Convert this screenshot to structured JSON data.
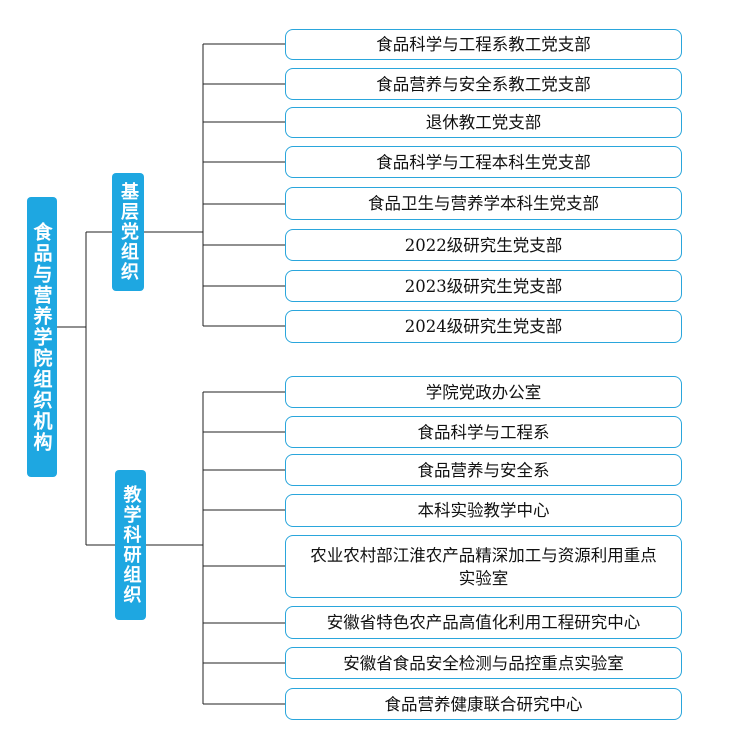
{
  "root": {
    "label": "食品与营养学院组织机构"
  },
  "categories": [
    {
      "label": "基层党组织",
      "items": [
        "食品科学与工程系教工党支部",
        "食品营养与安全系教工党支部",
        "退休教工党支部",
        "食品科学与工程本科生党支部",
        "食品卫生与营养学本科生党支部",
        "2022级研究生党支部",
        "2023级研究生党支部",
        "2024级研究生党支部"
      ]
    },
    {
      "label": "教学科研组织",
      "items": [
        "学院党政办公室",
        "食品科学与工程系",
        "食品营养与安全系",
        "本科实验教学中心",
        "农业农村部江淮农产品精深加工与资源利用重点实验室",
        "安徽省特色农产品高值化利用工程研究中心",
        "安徽省食品安全检测与品控重点实验室",
        "食品营养健康联合研究中心"
      ]
    }
  ],
  "colors": {
    "accent": "#1ea7e1",
    "border": "#2aa6dc",
    "line": "#222222"
  }
}
